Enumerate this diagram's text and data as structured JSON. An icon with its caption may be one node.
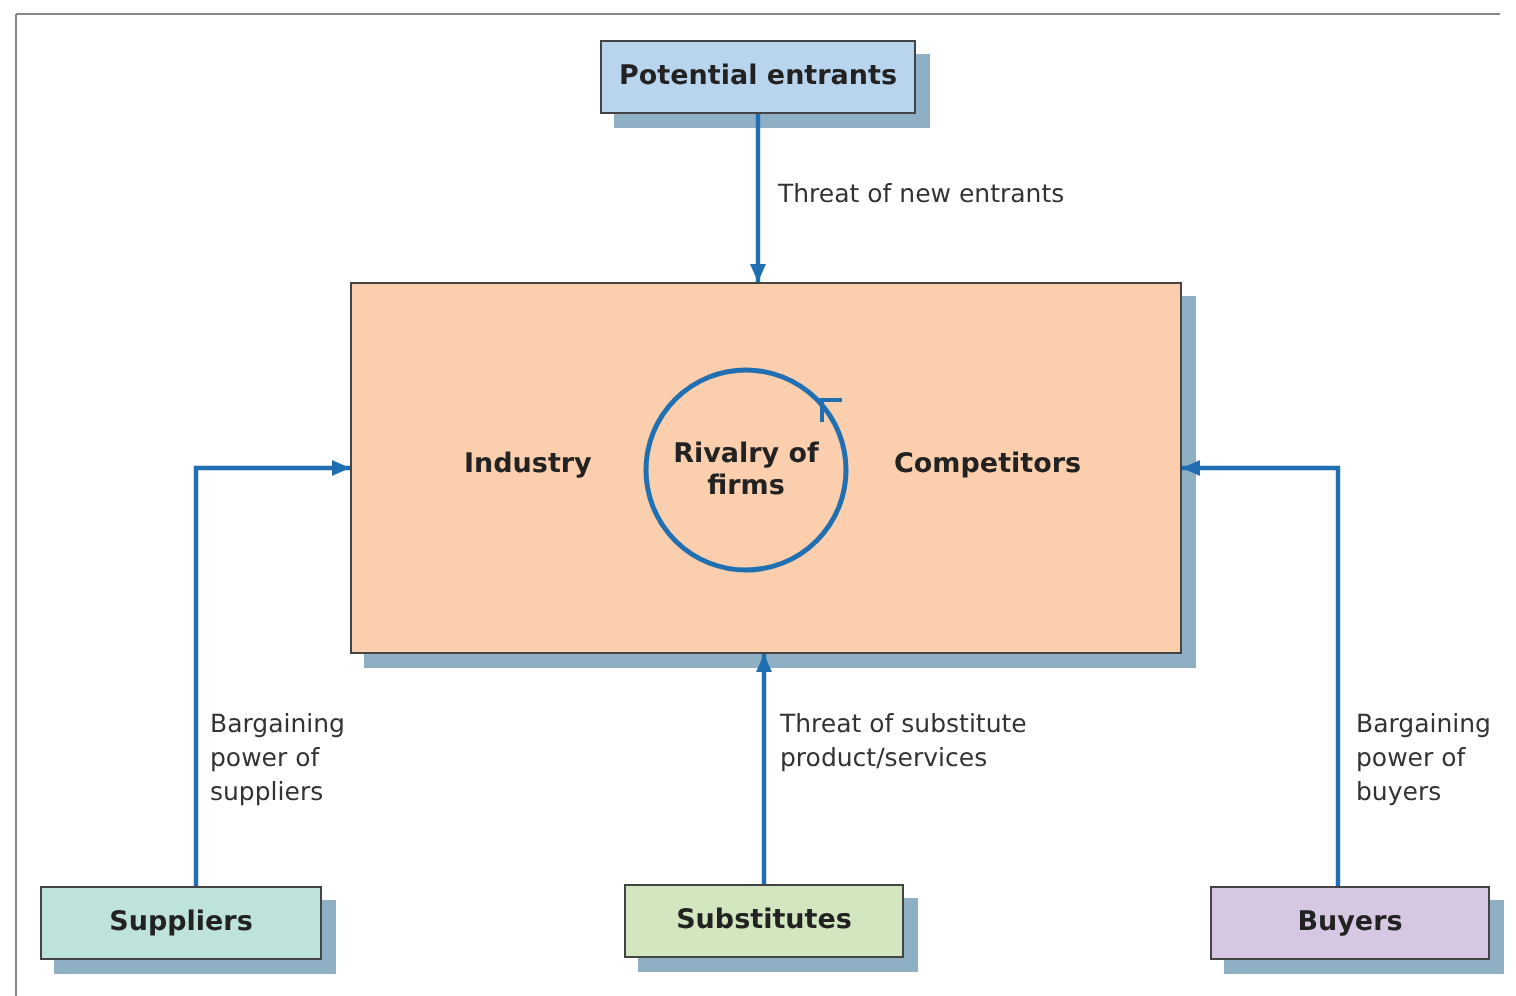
{
  "diagram": {
    "nodes": [
      {
        "text": [
          "Potential entrants"
        ]
      },
      {
        "text": [
          "Industry",
          "Competitors"
        ]
      },
      {
        "text": [
          "Rivalry of firms"
        ],
        "in": 1
      },
      {
        "text": [
          "Suppliers"
        ]
      },
      {
        "text": [
          "Substitutes"
        ]
      },
      {
        "text": [
          "Buyers"
        ]
      }
    ],
    "edges": [
      {
        "from": 0,
        "to": 1,
        "arrow": "to",
        "label": "Threat of new entrants"
      },
      {
        "from": 3,
        "to": 1,
        "arrow": "to",
        "label": "Bargaining power of suppliers"
      },
      {
        "from": 4,
        "to": 1,
        "arrow": "to",
        "label": "Threat of substitute product/services"
      },
      {
        "from": 5,
        "to": 1,
        "arrow": "to",
        "label": "Bargaining power of buyers"
      }
    ]
  }
}
